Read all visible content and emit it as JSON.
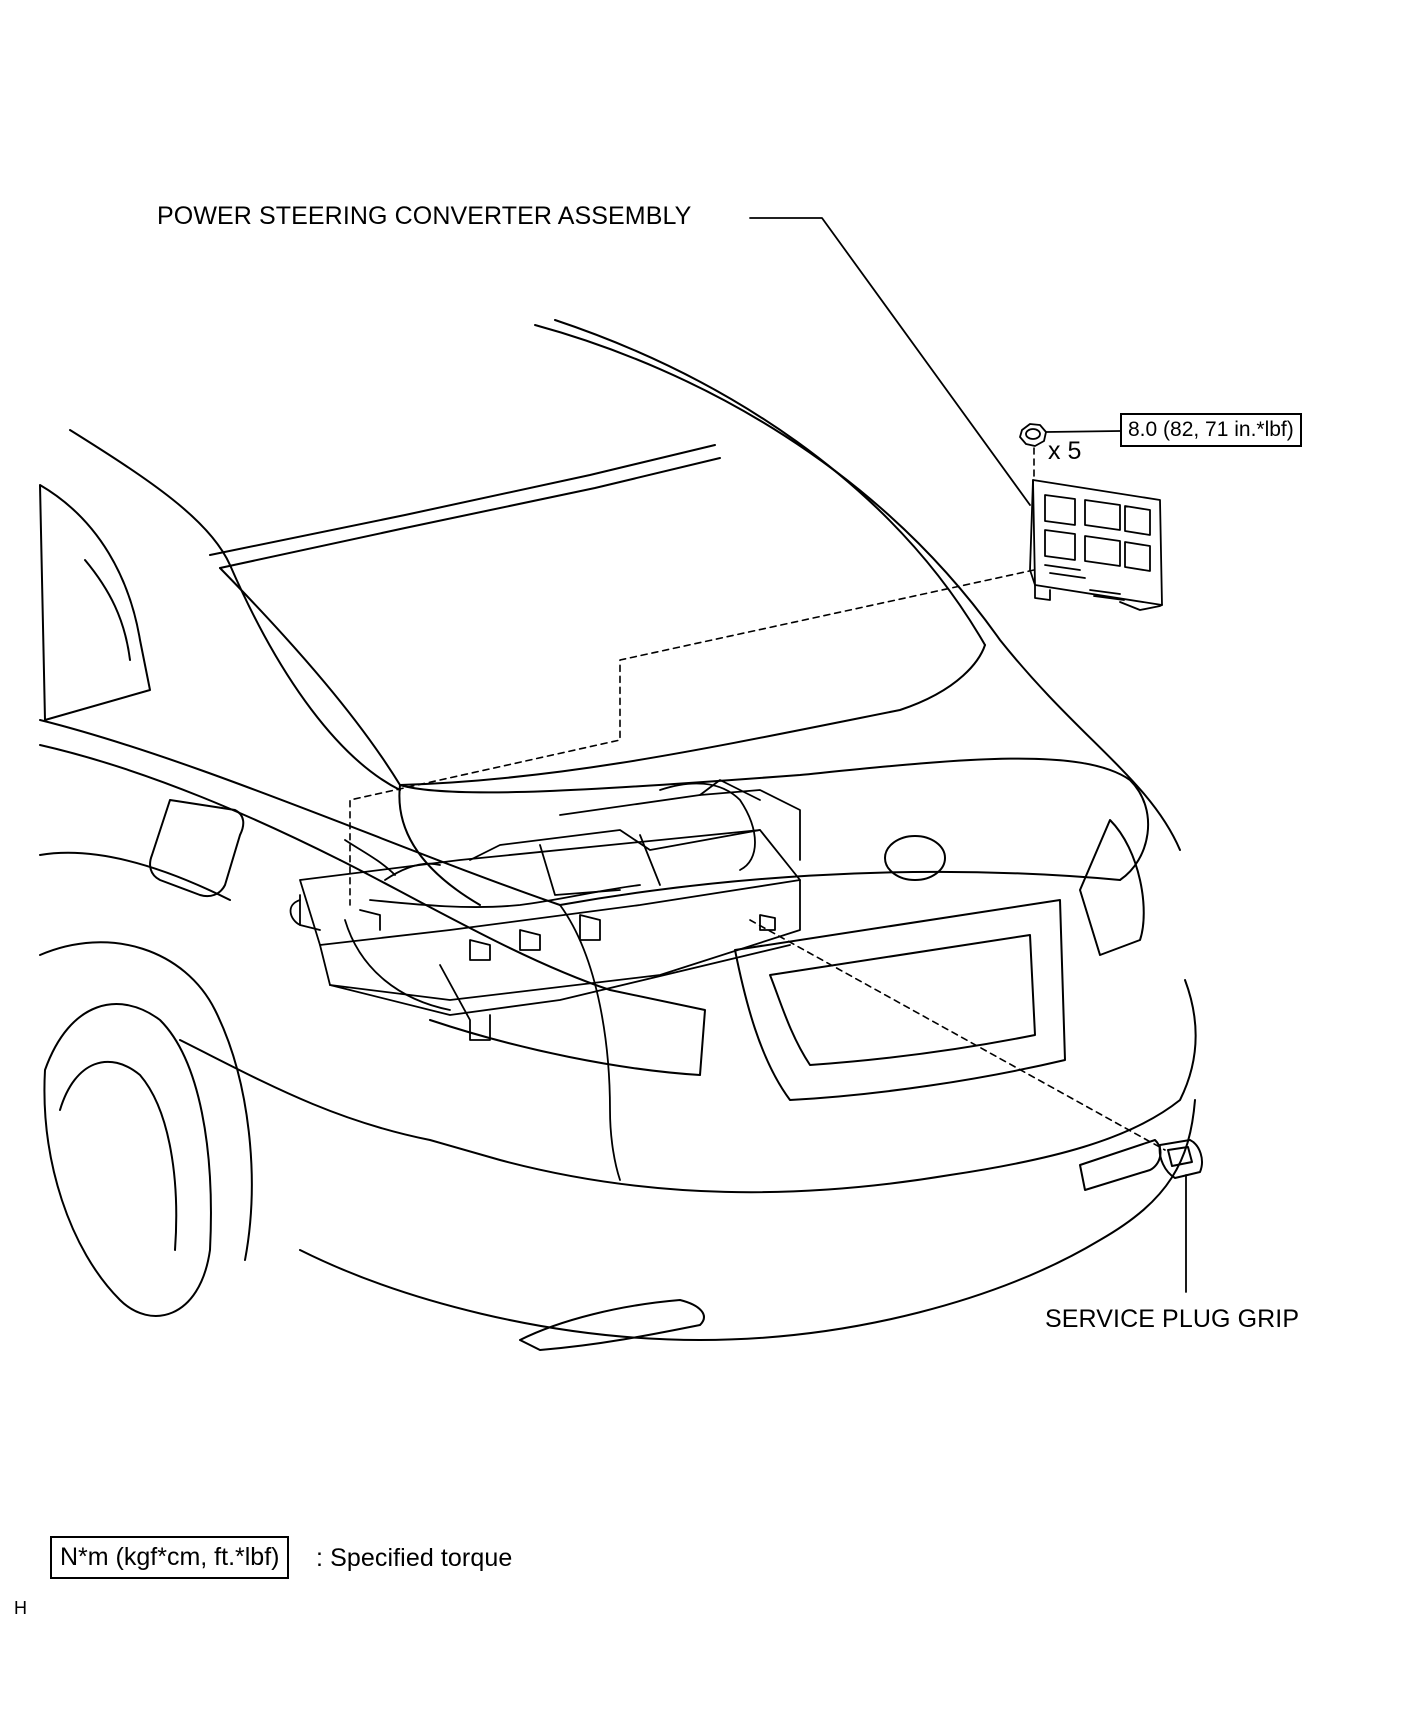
{
  "callouts": {
    "converter": "POWER STEERING CONVERTER ASSEMBLY",
    "service_plug": "SERVICE PLUG GRIP"
  },
  "fastener": {
    "torque": "8.0 (82, 71 in.*lbf)",
    "quantity": "x 5",
    "icon": "nut-icon"
  },
  "legend": {
    "unit_box": "N*m (kgf*cm, ft.*lbf)",
    "description": ": Specified torque"
  },
  "figure_ref": "H"
}
